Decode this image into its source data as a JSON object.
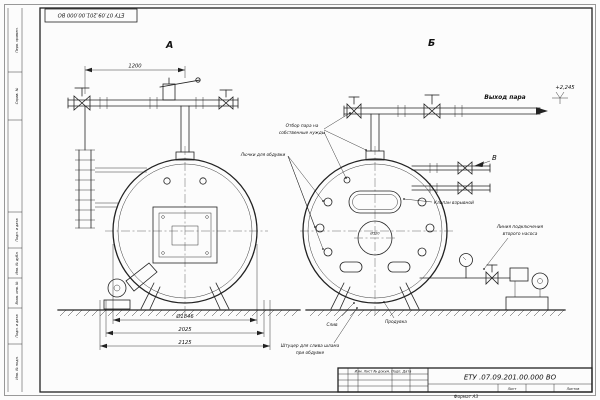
{
  "sheet": {
    "stamp_top": "ЕТУ 07.09.201.00.000 ВО",
    "format_label": "Формат А3",
    "margin_labels": [
      "Перв. примен.",
      "Справ. №",
      "Подп. и дата",
      "Инв. № дубл.",
      "Взам. инв. №",
      "Подп. и дата",
      "Инв. № подл."
    ]
  },
  "title_block": {
    "doc_code": "ЕТУ .07.09.201.00.000 ВО",
    "header_row": "Изм.  Лист  № докум.  Подп.  Дата",
    "sheet_label": "Лист",
    "sheets_label": "Листов"
  },
  "views": {
    "front_label": "А",
    "back_label": "Б",
    "side_label": "В"
  },
  "dims": {
    "pipe_span": "1200",
    "shell_diameter": "Ø1846",
    "base_width": "2025",
    "overall_width": "2125",
    "furnace_diameter": "Ø520",
    "level_mark": "+2,245"
  },
  "callouts": {
    "steam_outlet": "Выход пара",
    "own_needs_line1": "Отбор пара на",
    "own_needs_line2": "собственные нужды",
    "blow_hatches": "Лючки для обдувки",
    "explosion_valve": "Клапан взрывной",
    "pump_line1": "Линия подключения",
    "pump_line2": "второго насоса",
    "drain": "Слив",
    "blowdown": "Продувка",
    "sludge_line1": "Штуцер для слива шлама",
    "sludge_line2": "при обдувке"
  }
}
